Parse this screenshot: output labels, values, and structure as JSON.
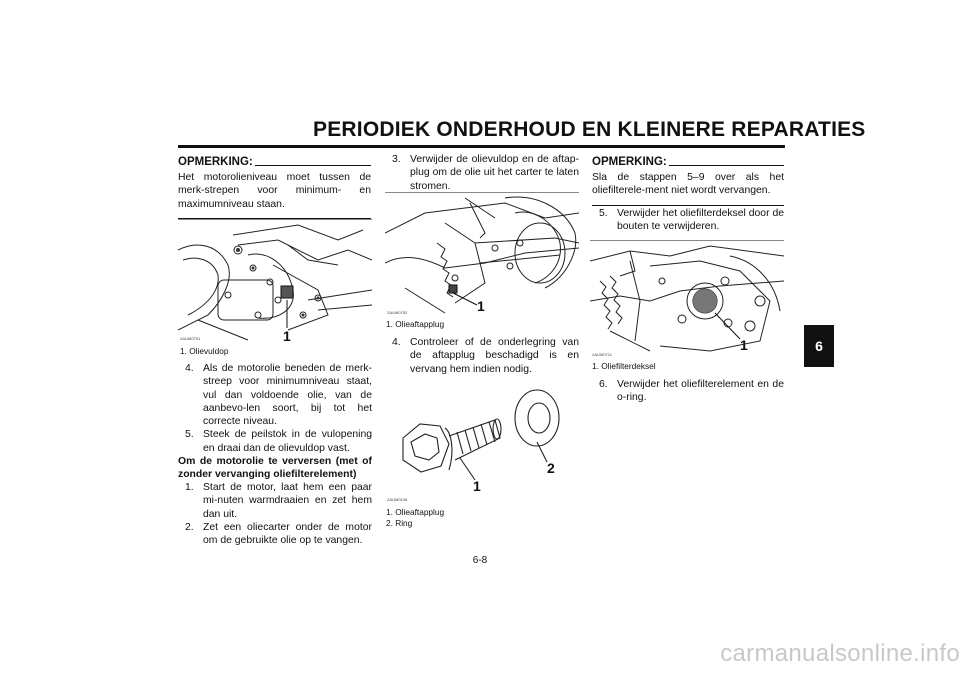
{
  "header": {
    "title": "PERIODIEK ONDERHOUD EN KLEINERE REPARATIES"
  },
  "chapter_tab": "6",
  "col1": {
    "note_heading": "OPMERKING:",
    "note_text": "Het motorolieniveau moet tussen de merk-strepen voor minimum- en maximumniveau staan.",
    "fig_code": "ZAUM0751",
    "fig_callout": "1",
    "caption": "1. Olievuldop",
    "step4_num": "4.",
    "step4_text": "Als de motorolie beneden de merk-streep voor minimumniveau staat, vul dan voldoende olie, van de aanbevo-len soort, bij tot het correcte niveau.",
    "step5_num": "5.",
    "step5_text": "Steek de peilstok in de vulopening en draai dan de olievuldop vast.",
    "section_heading": "Om de motorolie te verversen (met of zonder vervanging oliefilterelement)",
    "step1_num": "1.",
    "step1_text": "Start de motor, laat hem een paar mi-nuten warmdraaien en zet hem dan uit.",
    "step2_num": "2.",
    "step2_text": "Zet een oliecarter onder de motor om de gebruikte olie op te vangen."
  },
  "col2": {
    "step3_num": "3.",
    "step3_text": "Verwijder de olievuldop en de aftap-plug om de olie uit het carter te laten stromen.",
    "fig1_code": "ZAUM0752",
    "fig1_callout": "1",
    "caption1": "1. Olieaftapplug",
    "step4_num": "4.",
    "step4_text": "Controleer of de onderlegring van de aftapplug beschadigd is en vervang hem indien nodig.",
    "fig2_code": "ZAUM0106",
    "fig2_callout1": "1",
    "fig2_callout2": "2",
    "caption2_1": "1. Olieaftapplug",
    "caption2_2": "2. Ring"
  },
  "col3": {
    "note_heading": "OPMERKING:",
    "note_text": "Sla de stappen 5–9 over als het oliefilterele-ment niet wordt vervangen.",
    "step5_num": "5.",
    "step5_text": "Verwijder het oliefilterdeksel door de bouten te verwijderen.",
    "fig_code": "ZAUM0711",
    "fig_callout": "1",
    "caption": "1. Oliefilterdeksel",
    "step6_num": "6.",
    "step6_text": "Verwijder het oliefilterelement en de o-ring."
  },
  "footer": {
    "page_number": "6-8"
  },
  "watermark": "carmanualsonline.info"
}
